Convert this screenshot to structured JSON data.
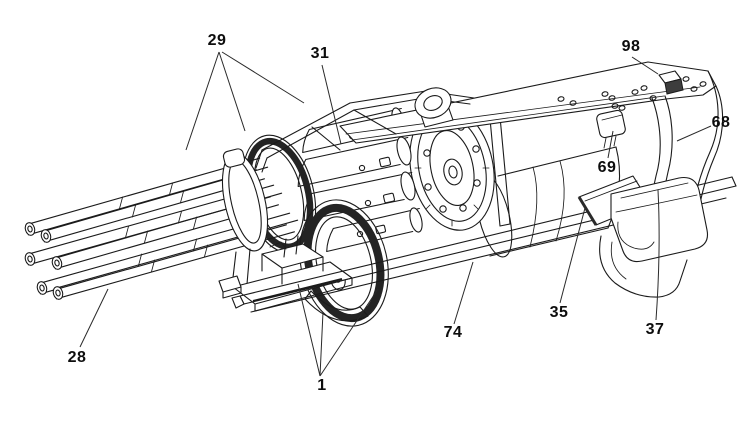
{
  "figure": {
    "kind": "patent line drawing",
    "subject": "multi-barrel rotary gun assembly, isometric view",
    "background_color": "#ffffff",
    "line_color": "#1b1b1b"
  },
  "labels": [
    {
      "text": "29"
    },
    {
      "text": "31"
    },
    {
      "text": "98"
    },
    {
      "text": "68"
    },
    {
      "text": "69"
    },
    {
      "text": "35"
    },
    {
      "text": "37"
    },
    {
      "text": "74"
    },
    {
      "text": "28"
    },
    {
      "text": "1"
    }
  ]
}
